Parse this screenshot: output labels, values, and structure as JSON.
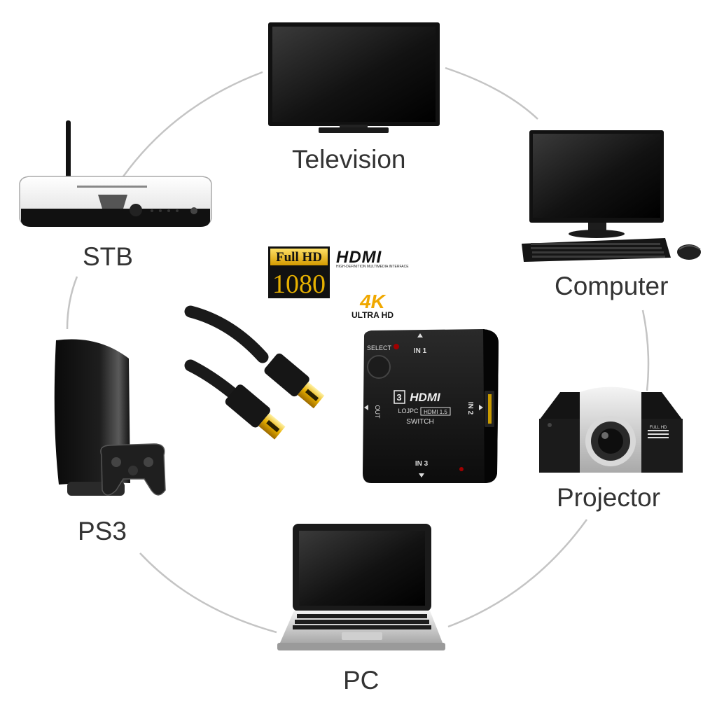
{
  "devices": {
    "television": "Television",
    "computer": "Computer",
    "projector": "Projector",
    "pc": "PC",
    "ps3": "PS3",
    "stb": "STB"
  },
  "badges": {
    "full_hd_top": "Full HD",
    "full_hd_bottom": "1080",
    "hdmi_logo": "HDMI",
    "hdmi_tagline": "HIGH-DEFINITION MULTIMEDIA INTERFACE",
    "uhd_top": "4K",
    "uhd_bottom": "ULTRA HD"
  },
  "switch": {
    "select": "SELECT",
    "in1": "IN 1",
    "in2": "IN 2",
    "in3": "IN 3",
    "out": "OUT",
    "count": "3",
    "brand": "HDMI",
    "sub": "LOJPC",
    "version": "HDMI 1.5",
    "model": "SWITCH"
  },
  "projector_badge": "FULL HD",
  "colors": {
    "circle": "#c4c4c4",
    "label": "#333333",
    "gold": "#f0b400",
    "device_black": "#151515"
  },
  "icons": [
    "television-icon",
    "computer-icon",
    "projector-icon",
    "laptop-icon",
    "ps3-console-icon",
    "set-top-box-icon",
    "hdmi-cable-icon",
    "hdmi-switch-icon"
  ]
}
